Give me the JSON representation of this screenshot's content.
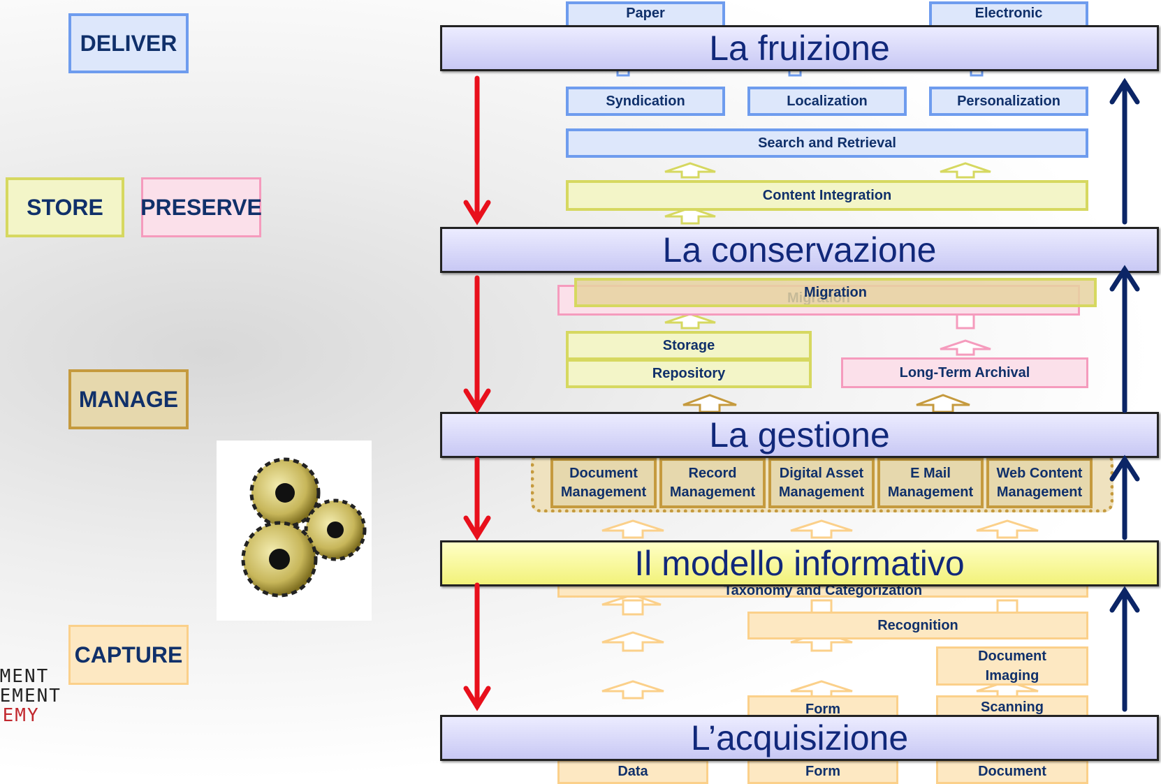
{
  "categories": {
    "deliver": "DELIVER",
    "store": "STORE",
    "preserve": "PRESERVE",
    "manage": "MANAGE",
    "capture": "CAPTURE"
  },
  "logo": [
    "UMENT",
    "GEMENT",
    "DEMY"
  ],
  "banners": {
    "fruizione": "La fruizione",
    "conservazione": "La conservazione",
    "gestione": "La gestione",
    "modello": "Il modello informativo",
    "acquisizione": "L’acquisizione"
  },
  "deliver": {
    "paper": "Paper",
    "electronic": "Electronic",
    "syndication": "Syndication",
    "localization": "Localization",
    "personalization": "Personalization",
    "search": "Search and Retrieval"
  },
  "store": {
    "content_integration": "Content Integration",
    "migration_front": "Migration",
    "migration_back": "Migration",
    "storage": "Storage",
    "repository": "Repository",
    "long_term": "Long-Term Archival"
  },
  "manage": {
    "doc_1": "Document",
    "doc_2": "Management",
    "rec_1": "Record",
    "rec_2": "Management",
    "dam_1": "Digital Asset",
    "dam_2": "Management",
    "mail_1": "E Mail",
    "mail_2": "Management",
    "web_1": "Web Content",
    "web_2": "Management"
  },
  "capture": {
    "taxonomy": "Taxonomy and Categorization",
    "recognition": "Recognition",
    "doc_imaging_1": "Document",
    "doc_imaging_2": "Imaging",
    "form_top": "Form",
    "scanning": "Scanning",
    "data": "Data",
    "form_bottom": "Form",
    "document": "Document"
  },
  "colors": {
    "red_arrow": "#e8101c",
    "navy_arrow": "#0b2566",
    "blue_box": "#6e9cee",
    "yellow_box": "#d6d860",
    "pink_box": "#f59bbd",
    "tan_box": "#c59a3e",
    "peach_box": "#fbd08a"
  }
}
